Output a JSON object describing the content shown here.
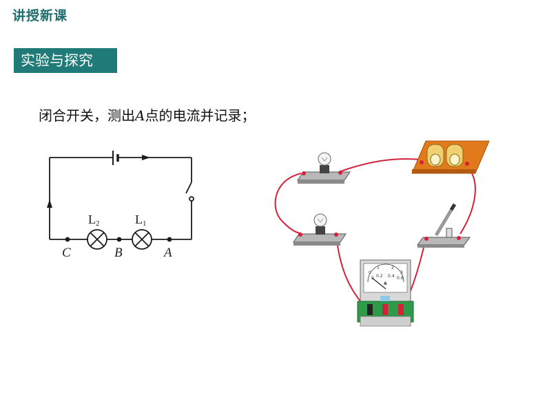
{
  "header": {
    "title": "讲授新课"
  },
  "section": {
    "label": "实验与探究"
  },
  "instruction": {
    "before": "闭合开关，测出",
    "point": "A",
    "after": "点的电流并记录；"
  },
  "schematic": {
    "lamp_l2": {
      "letter": "L",
      "sub": "2"
    },
    "lamp_l1": {
      "letter": "L",
      "sub": "1"
    },
    "point_c": "C",
    "point_b": "B",
    "point_a": "A"
  },
  "ammeter": {
    "unit": "A",
    "scale_top": [
      "0",
      "1",
      "2",
      "3"
    ],
    "scale_bottom": [
      "0",
      "0.2",
      "0.4",
      "0.6"
    ]
  },
  "colors": {
    "teal": "#1f7a78",
    "wire_red": "#d4213a",
    "board_orange": "#e07a1a"
  }
}
